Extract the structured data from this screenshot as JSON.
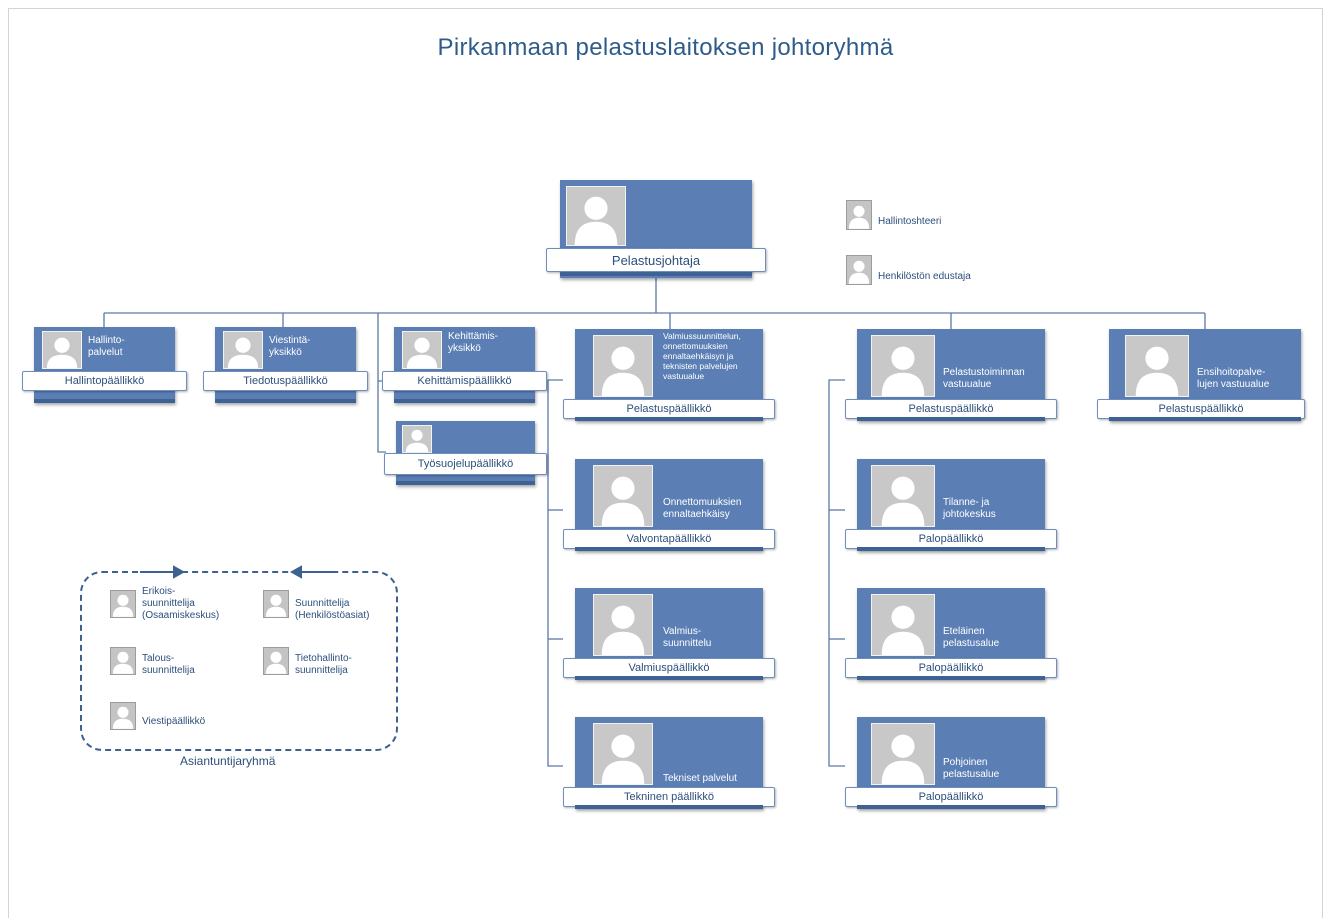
{
  "title": "Pirkanmaan pelastuslaitoksen johtoryhmä",
  "colors": {
    "card_fill": "#5b7fb5",
    "connector": "#5a7aa8",
    "title": "#2e5c8a",
    "label_text": "#2c4f7c"
  },
  "chief": {
    "label": "Pelastusjohtaja"
  },
  "side_roles": [
    {
      "label": "Hallintoshteeri"
    },
    {
      "label": "Henkilöstön edustaja"
    }
  ],
  "staff_units": [
    {
      "unit": "Hallinto-\npalvelut",
      "label": "Hallintopäällikkö"
    },
    {
      "unit": "Viestintä-\nyksikkö",
      "label": "Tiedotuspäällikkö"
    },
    {
      "unit": "Kehittämis-\nyksikkö",
      "label": "Kehittämispäällikkö"
    },
    {
      "unit": "",
      "label": "Työsuojelupäällikkö"
    }
  ],
  "column_prep": [
    {
      "unit": "Valmiussuunnittelun,\nonnettomuuksien\nennaltaehkäisyn ja\nteknisten palvelujen\nvastuualue",
      "label": "Pelastuspäällikkö"
    },
    {
      "unit": "Onnettomuuksien\nennaltaehkäisy",
      "label": "Valvontapäällikkö"
    },
    {
      "unit": "Valmius-\nsuunnittelu",
      "label": "Valmiuspäällikkö"
    },
    {
      "unit": "Tekniset palvelut",
      "label": "Tekninen päällikkö"
    }
  ],
  "column_ops": [
    {
      "unit": "Pelastustoiminnan\nvastuualue",
      "label": "Pelastuspäällikkö"
    },
    {
      "unit": "Tilanne- ja\njohtokeskus",
      "label": "Palopäällikkö"
    },
    {
      "unit": "Eteläinen\npelastusalue",
      "label": "Palopäällikkö"
    },
    {
      "unit": "Pohjoinen\npelastusalue",
      "label": "Palopäällikkö"
    }
  ],
  "ems": {
    "unit": "Ensihoitopalve-\nlujen vastuualue",
    "label": "Pelastuspäällikkö"
  },
  "experts": {
    "caption": "Asiantuntijaryhmä",
    "members": [
      {
        "label": "Erikois-\nsuunnittelija\n(Osaamiskeskus)"
      },
      {
        "label": "Suunnittelija\n(Henkilöstöasiat)"
      },
      {
        "label": "Talous-\nsuunnittelija"
      },
      {
        "label": "Tietohallinto-\nsuunnittelija"
      },
      {
        "label": "Viestipäällikkö"
      }
    ]
  }
}
